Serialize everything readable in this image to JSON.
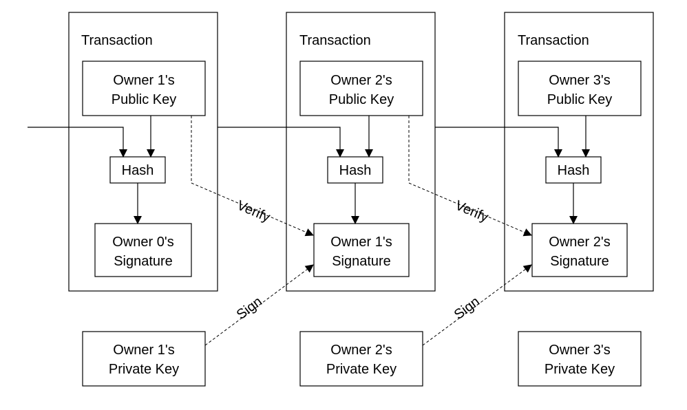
{
  "transactions": [
    {
      "title": "Transaction",
      "public_key": [
        "Owner 1's",
        "Public Key"
      ],
      "hash": "Hash",
      "signature": [
        "Owner 0's",
        "Signature"
      ]
    },
    {
      "title": "Transaction",
      "public_key": [
        "Owner 2's",
        "Public Key"
      ],
      "hash": "Hash",
      "signature": [
        "Owner 1's",
        "Signature"
      ]
    },
    {
      "title": "Transaction",
      "public_key": [
        "Owner 3's",
        "Public Key"
      ],
      "hash": "Hash",
      "signature": [
        "Owner 2's",
        "Signature"
      ]
    }
  ],
  "private_keys": [
    [
      "Owner 1's",
      "Private Key"
    ],
    [
      "Owner 2's",
      "Private Key"
    ],
    [
      "Owner 3's",
      "Private Key"
    ]
  ],
  "edge_labels": {
    "verify": "Verify",
    "sign": "Sign"
  }
}
